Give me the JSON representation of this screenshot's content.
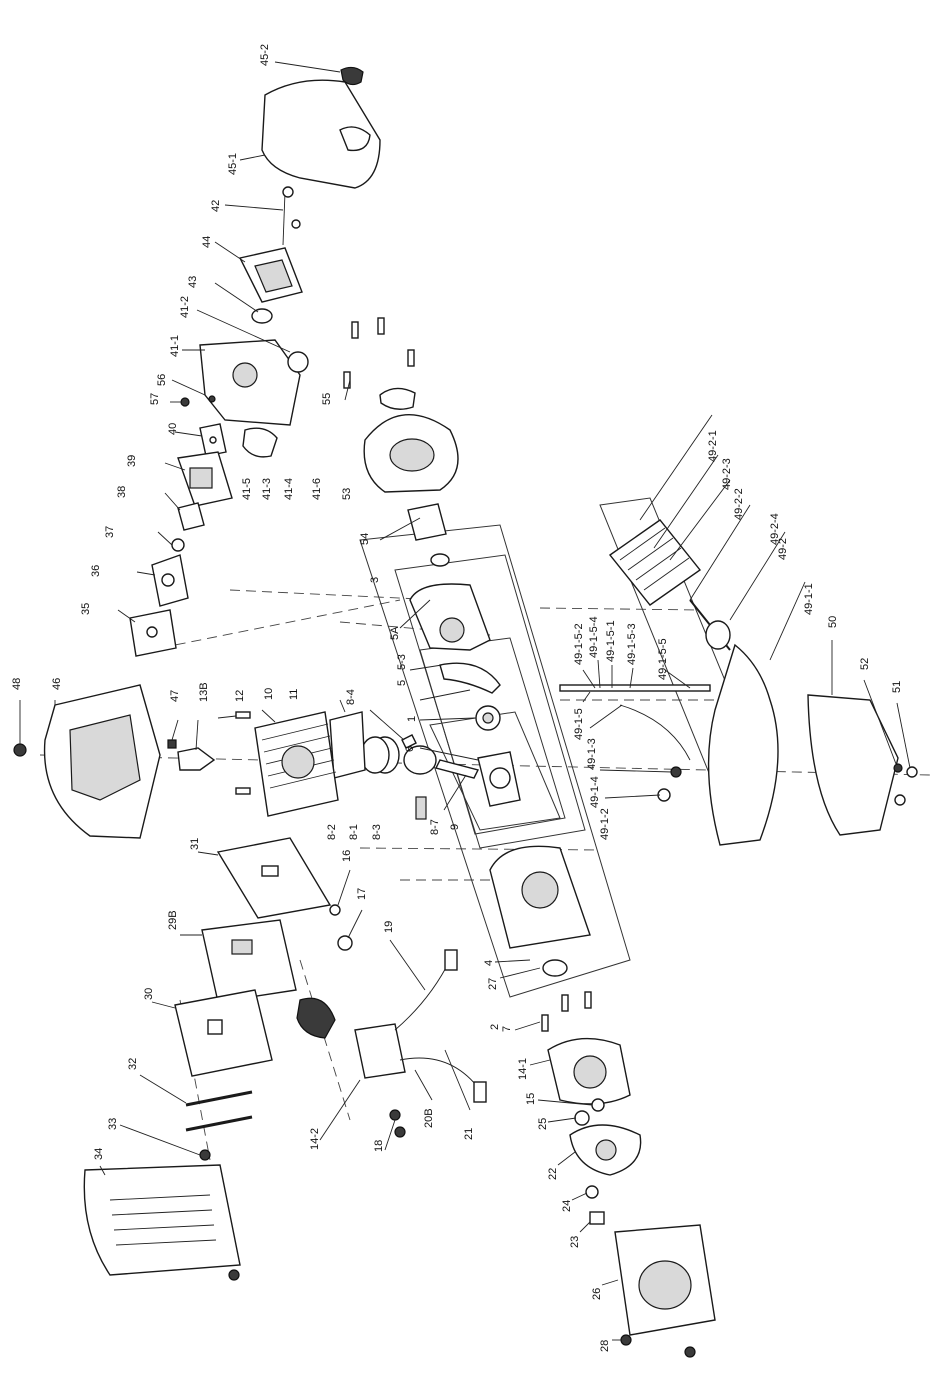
{
  "labels": [
    "45-2",
    "45-1",
    "42",
    "44",
    "43",
    "41-2",
    "41-1",
    "56",
    "57",
    "40",
    "39",
    "38",
    "37",
    "36",
    "35",
    "41-5",
    "41-3",
    "41-4",
    "41-6",
    "55",
    "53",
    "54",
    "3",
    "5A",
    "5-3",
    "5",
    "1",
    "6",
    "9",
    "8-7",
    "8-4",
    "8-2",
    "8-1",
    "8-3",
    "11",
    "10",
    "12",
    "13B",
    "47",
    "46",
    "48",
    "31",
    "16",
    "17",
    "19",
    "29B",
    "30",
    "32",
    "33",
    "34",
    "18",
    "14-2",
    "20B",
    "21",
    "7",
    "14-1",
    "15",
    "25",
    "22",
    "24",
    "23",
    "26",
    "28",
    "4",
    "27",
    "2",
    "49-2-1",
    "49-2-3",
    "49-2-2",
    "49-2-4",
    "49-2",
    "49-1-1",
    "50",
    "52",
    "51",
    "49-1-5-2",
    "49-1-5-4",
    "49-1-5-1",
    "49-1-5-3",
    "49-1-5-5",
    "49-1-5",
    "49-1-3",
    "49-1-4",
    "49-1-2"
  ]
}
